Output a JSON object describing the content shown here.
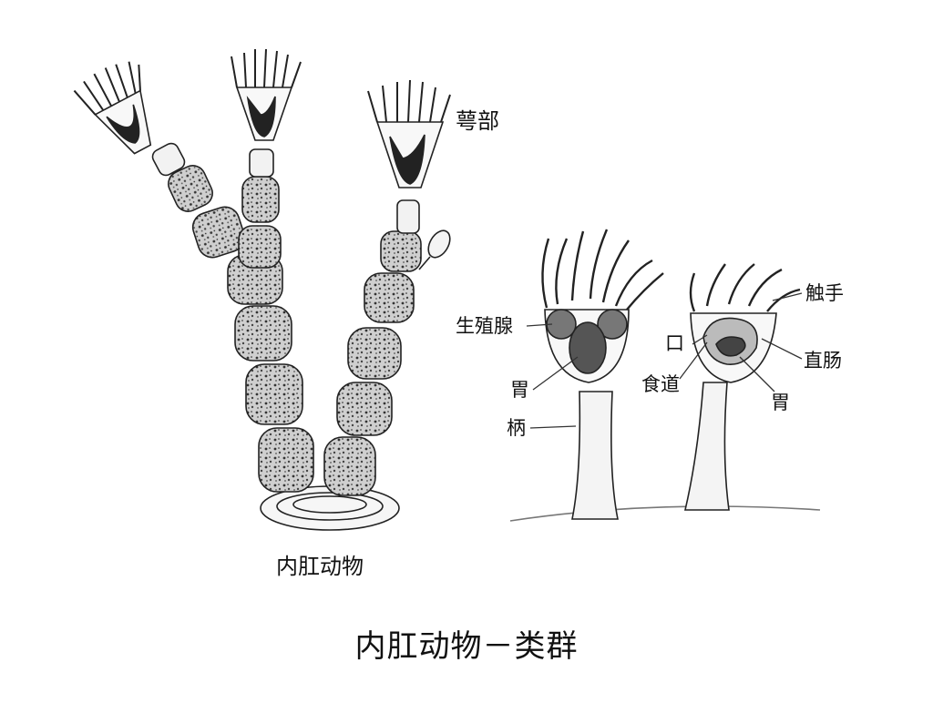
{
  "labels": {
    "calyx": "萼部",
    "gonad": "生殖腺",
    "stomach_left": "胃",
    "stalk": "柄",
    "tentacle": "触手",
    "mouth": "口",
    "rectum": "直肠",
    "esophagus": "食道",
    "stomach_right": "胃",
    "colony_name": "内肛动物"
  },
  "caption": "内肛动物－类群",
  "colors": {
    "ink": "#111111",
    "tissue": "#5a5a5a",
    "pale": "#f3f3f3",
    "background": "#ffffff"
  }
}
